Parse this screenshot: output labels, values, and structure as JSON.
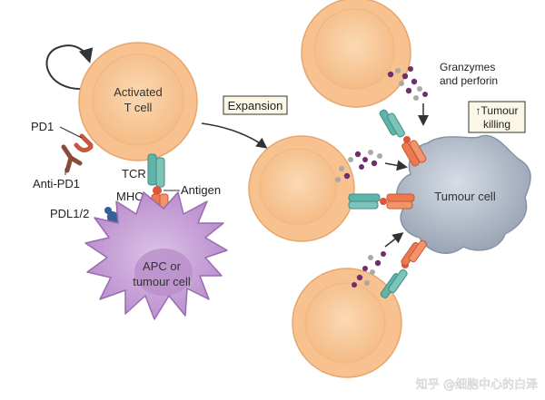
{
  "labels": {
    "activated_t_cell_line1": "Activated",
    "activated_t_cell_line2": "T cell",
    "pd1": "PD1",
    "anti_pd1": "Anti-PD1",
    "tcr": "TCR",
    "mhc": "MHC",
    "antigen": "Antigen",
    "pdl12": "PDL1/2",
    "apc_line1": "APC or",
    "apc_line2": "tumour cell",
    "expansion": "Expansion",
    "granzymes_line1": "Granzymes",
    "granzymes_line2": "and perforin",
    "tumour_killing_line1": "↑Tumour",
    "tumour_killing_line2": "killing",
    "tumour_cell": "Tumour cell"
  },
  "watermark": "知乎 @细胞中心的白泽",
  "colors": {
    "t_cell_outer": "#f9cfa0",
    "t_cell_inner": "#f4b27a",
    "apc_cell": "#c9a6d6",
    "tumour_cell": "#b8c2d0",
    "tcr_teal": "#5fb3a8",
    "mhc_orange": "#ec7a50",
    "pd1_red": "#c9553a",
    "pdl_blue": "#3b5f99",
    "granule_purple": "#6e2f6e",
    "granule_grey": "#a9a9a9"
  }
}
